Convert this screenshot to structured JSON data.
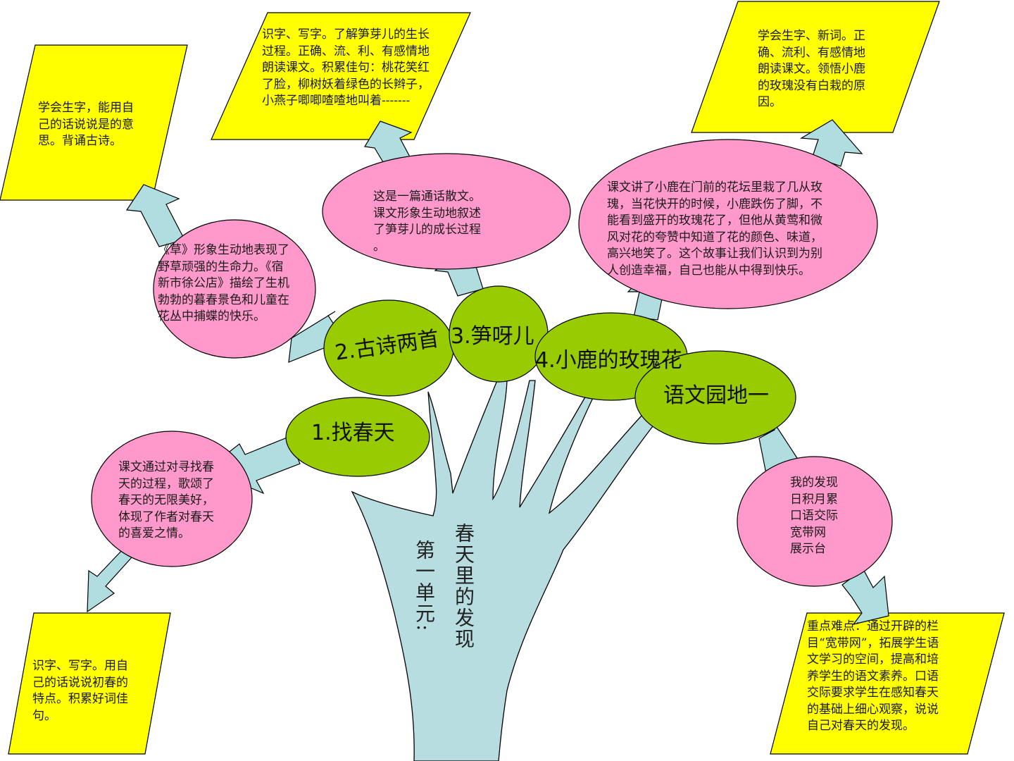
{
  "colors": {
    "trunk": "#b8dde0",
    "node_green": "#99cc00",
    "bubble_pink": "#ff99cc",
    "note_yellow": "#ffff00",
    "arrow": "#b0dde0",
    "outline": "#000000"
  },
  "trunk": {
    "title": "春天里的发现",
    "subtitle": "第一单元:"
  },
  "lessons": {
    "l1": {
      "title": "1.找春天",
      "summary": "课文通过对寻找春\n天的过程，歌颂了\n春天的无限美好，\n体现了作者对春天\n的喜爱之情。",
      "goals": "识字、写字。用自\n己的话说说初春的\n特点。积累好词佳\n句。"
    },
    "l2": {
      "title": "2.古诗两首",
      "summary": "《草》形象生动地表现了\n野草顽强的生命力。《宿\n新市徐公店》描绘了生机\n勃勃的暮春景色和儿童在\n花丛中捕蝶的快乐。",
      "goals": "学会生字，能用自\n己的话说说是的意\n思。背诵古诗。"
    },
    "l3": {
      "title": "3.笋呀儿",
      "summary": "这是一篇通话散文。\n课文形象生动地叙述\n了笋芽儿的成长过程\n。",
      "goals": "识字、写字。了解笋芽儿的生长\n过程。正确、流、利、有感情地\n朗读课文。积累佳句：桃花笑红\n了脸，柳树妖着绿色的长辫子，\n小燕子唧唧喳喳地叫着-------"
    },
    "l4": {
      "title": "4.小鹿的玫瑰花",
      "summary": "课文讲了小鹿在门前的花坛里栽了几从玫\n瑰，当花快开的时候，小鹿跌伤了脚，不\n能看到盛开的玫瑰花了，但他从黄莺和微\n风对花的夸赞中知道了花的颜色、味道，\n高兴地笑了。这个故事让我们认识到为别\n人创造幸福，自己也能从中得到快乐。",
      "goals": "学会生字、新词。正\n确、流利、有感情地\n朗读课文。领悟小鹿\n的玫瑰没有白栽的原\n因。"
    },
    "garden": {
      "title": "语文园地一",
      "summary": "我的发现\n日积月累\n口语交际\n宽带网\n展示台",
      "goals": "重点难点：通过开辟的栏\n目“宽带网”，拓展学生语\n文学习的空间，提高和培\n养学生的语文素养。口语\n交际要求学生在感知春天\n的基础上细心观察，说说\n自己对春天的发现。"
    }
  }
}
